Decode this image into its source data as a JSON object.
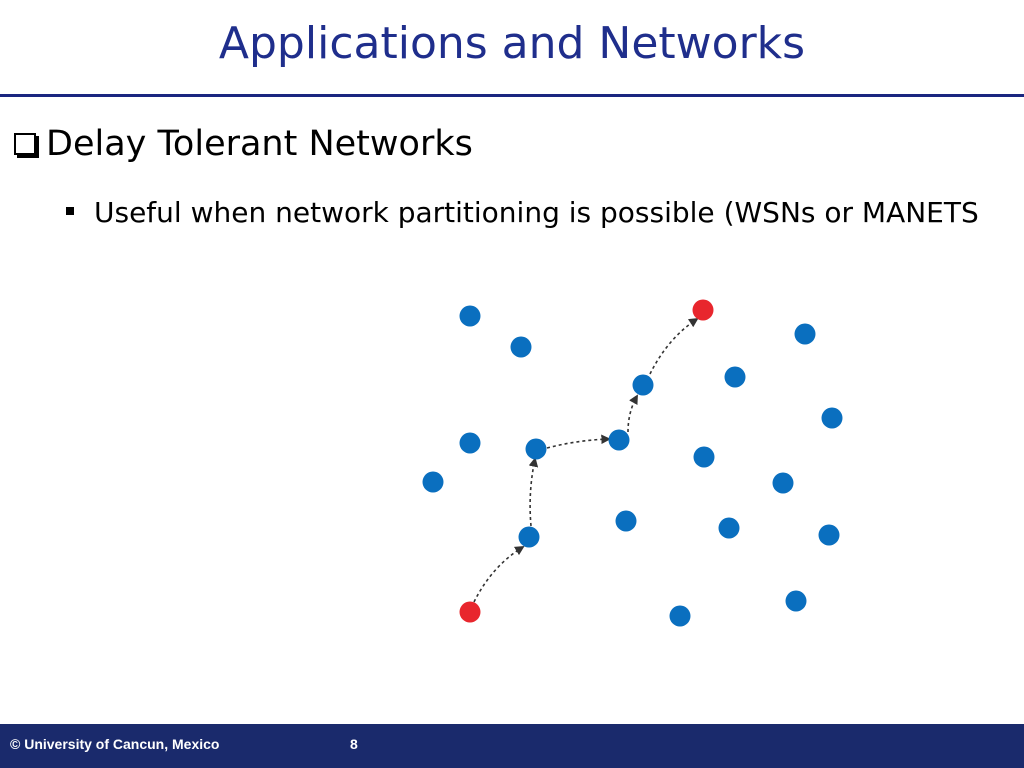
{
  "slide": {
    "title": "Applications and Networks",
    "bullet_1": "Delay Tolerant Networks",
    "bullet_2": "Useful when network partitioning is possible (WSNs or MANETS"
  },
  "diagram": {
    "node_color": "#0a6fbf",
    "endpoint_color": "#e8262d",
    "arrow_color": "#333333"
  },
  "footer": {
    "copyright": "© University of Cancun, Mexico",
    "page_number": "8"
  },
  "colors": {
    "title": "#1f2e8c",
    "footer_bg": "#1a2a6c"
  }
}
